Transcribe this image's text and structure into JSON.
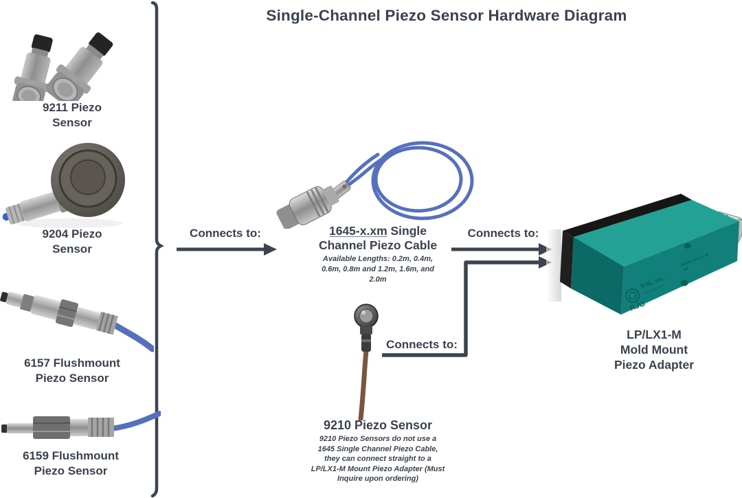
{
  "title": "Single-Channel Piezo Sensor Hardware Diagram",
  "sensors": {
    "s9211": {
      "label": "9211 Piezo\nSensor"
    },
    "s9204": {
      "label": "9204 Piezo\nSensor"
    },
    "s6157": {
      "label": "6157 Flushmount\nPiezo Sensor"
    },
    "s6159": {
      "label": "6159 Flushmount\nPiezo Sensor"
    },
    "s9210": {
      "label": "9210 Piezo Sensor",
      "note": "9210 Piezo Sensors do not use a\n1645 Single Channel Piezo Cable,\nthey can connect straight to a\nLP/LX1-M Mount Piezo Adapter (Must\nInquire upon ordering)"
    }
  },
  "cable": {
    "link_text": "1645-x.xm",
    "title_line1_rest": " Single",
    "title_line2": "Channel Piezo Cable",
    "lengths_note": "Available Lengths: 0.2m, 0.4m,\n0.6m, 0.8m and 1.2m, 1.6m, and\n2.0m"
  },
  "adapter": {
    "label": "LP/LX1-M\nMold Mount\nPiezo Adapter",
    "brand": "RJG",
    "print_company": "RJG, Inc.",
    "print_web": "www.rjginc.com",
    "print_model": "Model  LP/LX1-M",
    "print_sn": "SN"
  },
  "connectors": {
    "label1": "Connects to:",
    "label2": "Connects to:",
    "label3": "Connects to:"
  },
  "colors": {
    "ink": "#3c444f",
    "cable_blue": "#5570bd",
    "adapter_teal": "#12807a",
    "cable_brown": "#7a5640"
  }
}
